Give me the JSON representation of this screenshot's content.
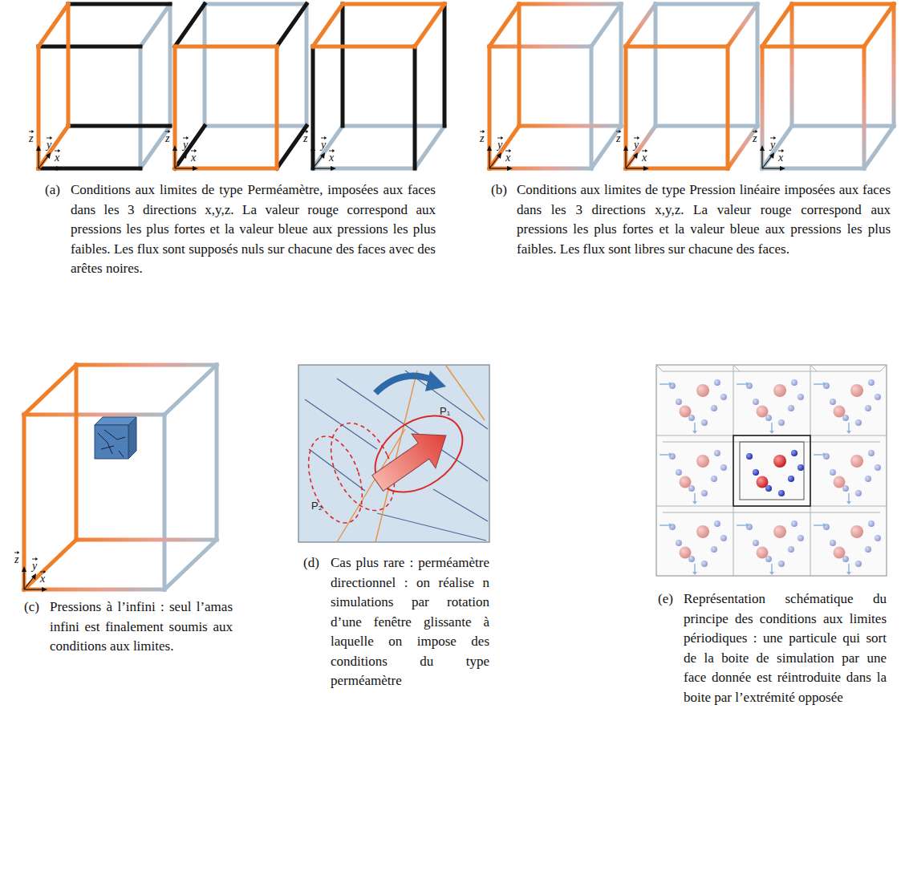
{
  "diagram": {
    "labels": [
      "z",
      "y",
      "x",
      "z",
      "y",
      "x",
      "z",
      "y",
      "x",
      "z",
      "y",
      "x",
      "z",
      "y",
      "x",
      "z",
      "y",
      "x",
      "z",
      "y",
      "x",
      "P₁",
      "P₂",
      "(a)",
      "Conditions aux limites de type Perméamètre, imposées aux faces dans les 3 directions x,y,z. La valeur rouge correspond aux pressions les plus fortes et la valeur bleue aux pressions les plus faibles. Les flux sont supposés nuls sur chacune des faces avec des arêtes noires.",
      "(b)",
      "Conditions aux limites de type Pression linéaire imposées aux faces dans les 3 directions x,y,z. La valeur rouge correspond aux pressions les plus fortes et la valeur bleue aux pressions les plus faibles. Les flux sont libres sur chacune des faces.",
      "(c)",
      "Pressions à l’infini : seul l’amas infini est finalement soumis aux conditions aux limites.",
      "(d)",
      "Cas plus rare : perméamètre directionnel : on réalise n simulations par rotation d’une fenêtre glissante à laquelle on impose des conditions du type perméamètre",
      "(e)",
      "Représentation schématique du principe des conditions aux limites périodiques : une particule qui sort de la boite de simulation par une face donnée est réintroduite dans la boite par l’extrémité opposée"
    ]
  }
}
